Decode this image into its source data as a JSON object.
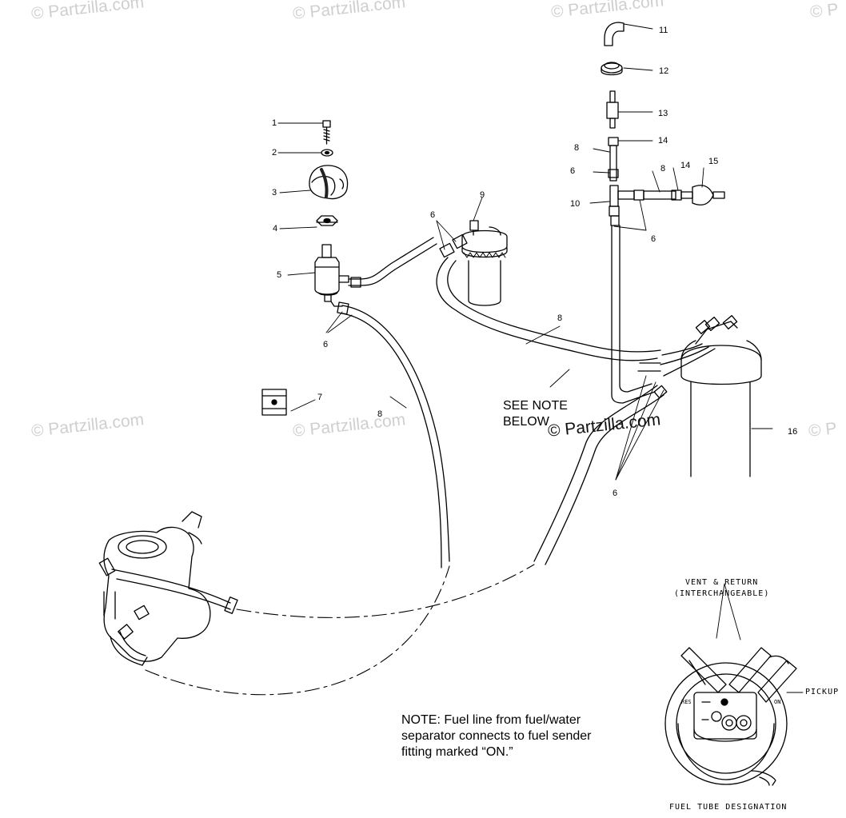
{
  "watermarks": [
    "© Partzilla.com",
    "© Partzilla.com",
    "© Partzilla.com",
    "© P",
    "© Partzilla.com",
    "© Partzilla.com",
    "© P"
  ],
  "watermark_center": "© Partzilla.com",
  "callouts": {
    "c1": "1",
    "c2": "2",
    "c3": "3",
    "c4": "4",
    "c5": "5",
    "c6a": "6",
    "c6b": "6",
    "c6c": "6",
    "c6d": "6",
    "c6e": "6",
    "c7": "7",
    "c8a": "8",
    "c8b": "8",
    "c8c": "8",
    "c8d": "8",
    "c9": "9",
    "c10": "10",
    "c11": "11",
    "c12": "12",
    "c13": "13",
    "c14a": "14",
    "c14b": "14",
    "c15": "15",
    "c16": "16"
  },
  "see_note": [
    "SEE NOTE",
    "BELOW"
  ],
  "note_lines": [
    "NOTE:  Fuel line from fuel/water",
    "separator connects to fuel sender",
    "fitting marked “ON.”"
  ],
  "inset": {
    "title_line1": "VENT & RETURN",
    "title_line2": "(INTERCHANGEABLE)",
    "pickup": "PICKUP",
    "res": "RES",
    "on": "ON",
    "caption": "FUEL TUBE DESIGNATION"
  }
}
